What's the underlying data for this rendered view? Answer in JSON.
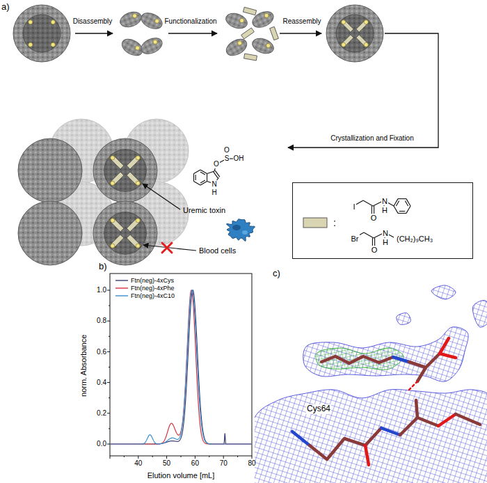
{
  "diagram": {
    "nodes": [
      {
        "text": [
          ":",
          "I",
          "O",
          "N",
          "H",
          "Br",
          "O",
          "N",
          "H",
          "(CH₂)₉CH₃"
        ]
      }
    ],
    "labels": [
      "a)",
      "Disassembly",
      "Functionalization",
      "Reassembly",
      "Crystallization and Fixation",
      "O",
      "S",
      "OH",
      "O",
      "H",
      "N",
      "Uremic toxin",
      "Blood cells",
      "b)",
      "c)",
      "1.0",
      "0.8",
      "0.6",
      "0.4",
      "0.2",
      "0.0",
      "norm. Absorbance",
      "40",
      "50",
      "60",
      "70",
      "80",
      "Elution volume [mL]",
      "Cys64"
    ],
    "legend": [
      {
        "text": "Ftn(neg)-4xCys"
      },
      {
        "text": "Ftn(neg)-4xPhe"
      },
      {
        "text": "Ftn(neg)-4xC10"
      }
    ]
  }
}
